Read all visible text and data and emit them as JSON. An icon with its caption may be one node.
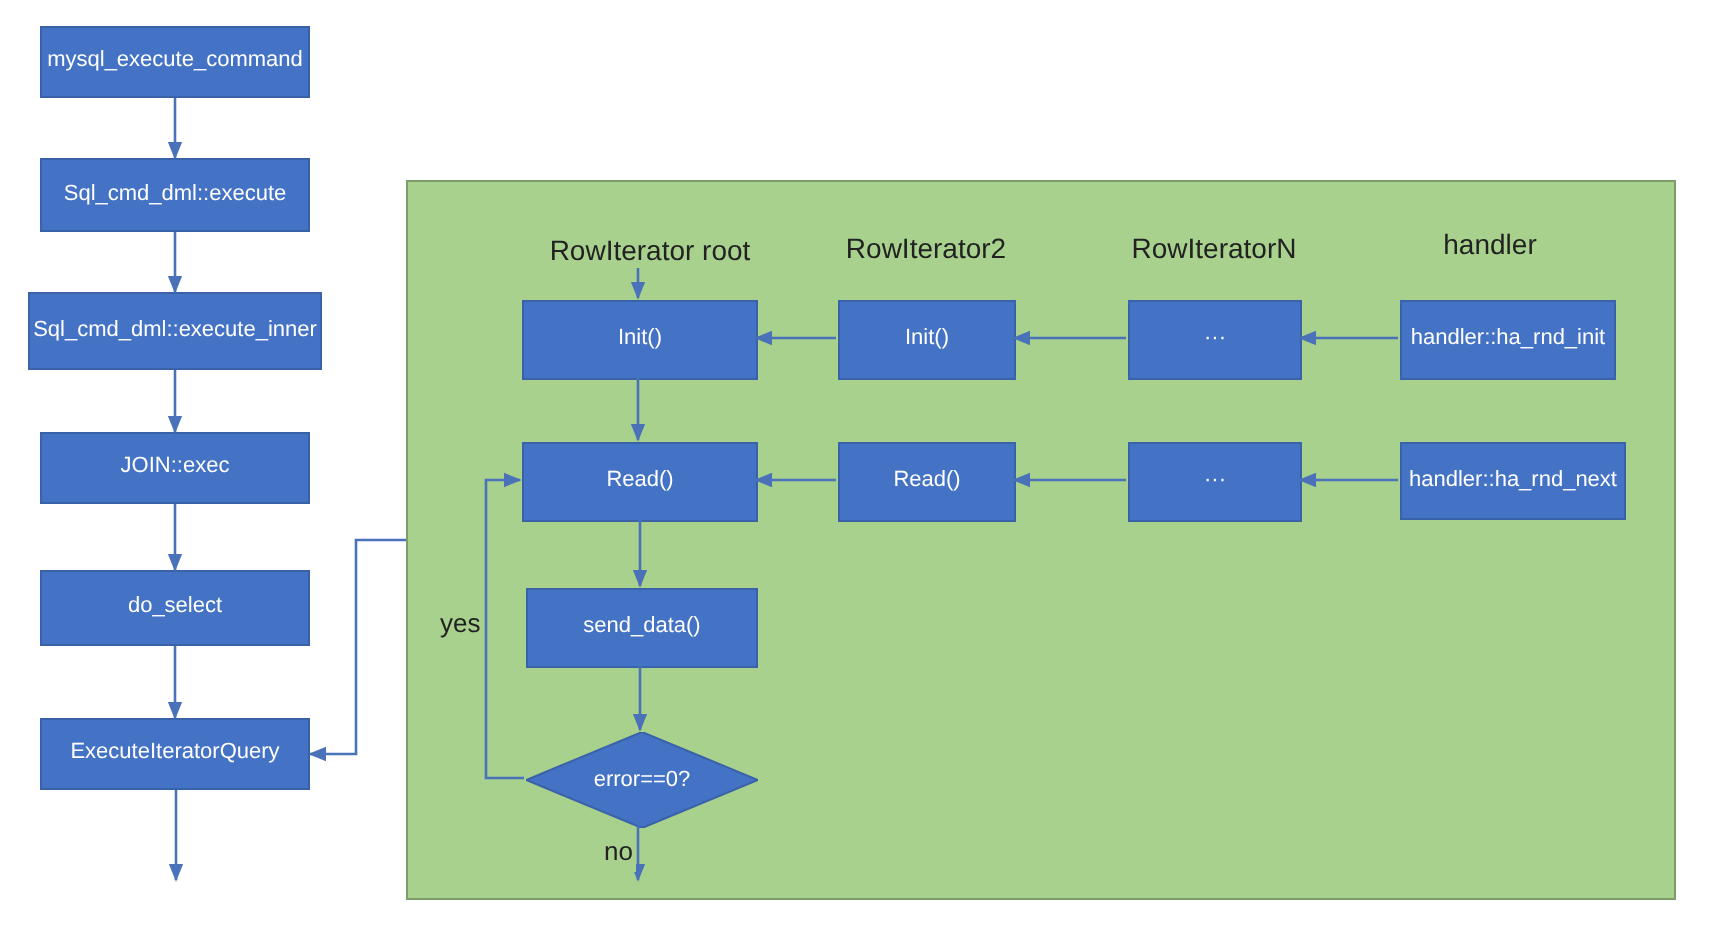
{
  "diagram": {
    "nodes": [
      {
        "text": [
          "mysql_execute_command"
        ]
      },
      {
        "text": [
          "Sql_cmd_dml::execute"
        ]
      },
      {
        "text": [
          "Sql_cmd_dml::execute_inner"
        ]
      },
      {
        "text": [
          "JOIN::exec"
        ]
      },
      {
        "text": [
          "do_select"
        ]
      },
      {
        "text": [
          "ExecuteIteratorQuery"
        ]
      },
      {
        "text": [],
        "shape": "box"
      },
      {
        "text": [
          "Init()"
        ],
        "in": 6
      },
      {
        "text": [
          "Init()"
        ],
        "in": 6
      },
      {
        "text": [
          "···"
        ],
        "in": 6
      },
      {
        "text": [
          "handler::ha_rnd_init"
        ],
        "in": 6
      },
      {
        "text": [
          "Read()"
        ],
        "in": 6
      },
      {
        "text": [
          "Read()"
        ],
        "in": 6
      },
      {
        "text": [
          "···"
        ],
        "in": 6
      },
      {
        "text": [
          "handler::ha_rnd_next"
        ],
        "in": 6
      },
      {
        "text": [
          "send_data()"
        ],
        "in": 6
      },
      {
        "text": [
          "error==0?"
        ],
        "in": 6
      },
      {
        "text": [
          "RowIterator root"
        ],
        "in": 6
      }
    ],
    "edges": [
      {
        "from": 0,
        "to": 1,
        "arrow": "to"
      },
      {
        "from": 1,
        "to": 2,
        "arrow": "to"
      },
      {
        "from": 2,
        "to": 3,
        "arrow": "to"
      },
      {
        "from": 3,
        "to": 4,
        "arrow": "to"
      },
      {
        "from": 4,
        "to": 5,
        "arrow": "to"
      },
      {
        "from": 5,
        "to": null,
        "arrow": "to"
      },
      {
        "from": 6,
        "to": 5,
        "arrow": "to"
      },
      {
        "from": 17,
        "to": 7,
        "arrow": "to"
      },
      {
        "from": 8,
        "to": 7,
        "arrow": "to"
      },
      {
        "from": 9,
        "to": 8,
        "arrow": "to"
      },
      {
        "from": 10,
        "to": 9,
        "arrow": "to"
      },
      {
        "from": 7,
        "to": 11,
        "arrow": "to"
      },
      {
        "from": 12,
        "to": 11,
        "arrow": "to"
      },
      {
        "from": 13,
        "to": 12,
        "arrow": "to"
      },
      {
        "from": 14,
        "to": 13,
        "arrow": "to"
      },
      {
        "from": 11,
        "to": 15,
        "arrow": "to"
      },
      {
        "from": 15,
        "to": 16,
        "arrow": "to"
      },
      {
        "from": 16,
        "to": 11,
        "arrow": "to",
        "label": "yes"
      },
      {
        "from": 16,
        "to": null,
        "arrow": "to",
        "label": "no"
      }
    ],
    "labels": [
      "RowIterator2",
      "RowIteratorN",
      "handler"
    ]
  }
}
